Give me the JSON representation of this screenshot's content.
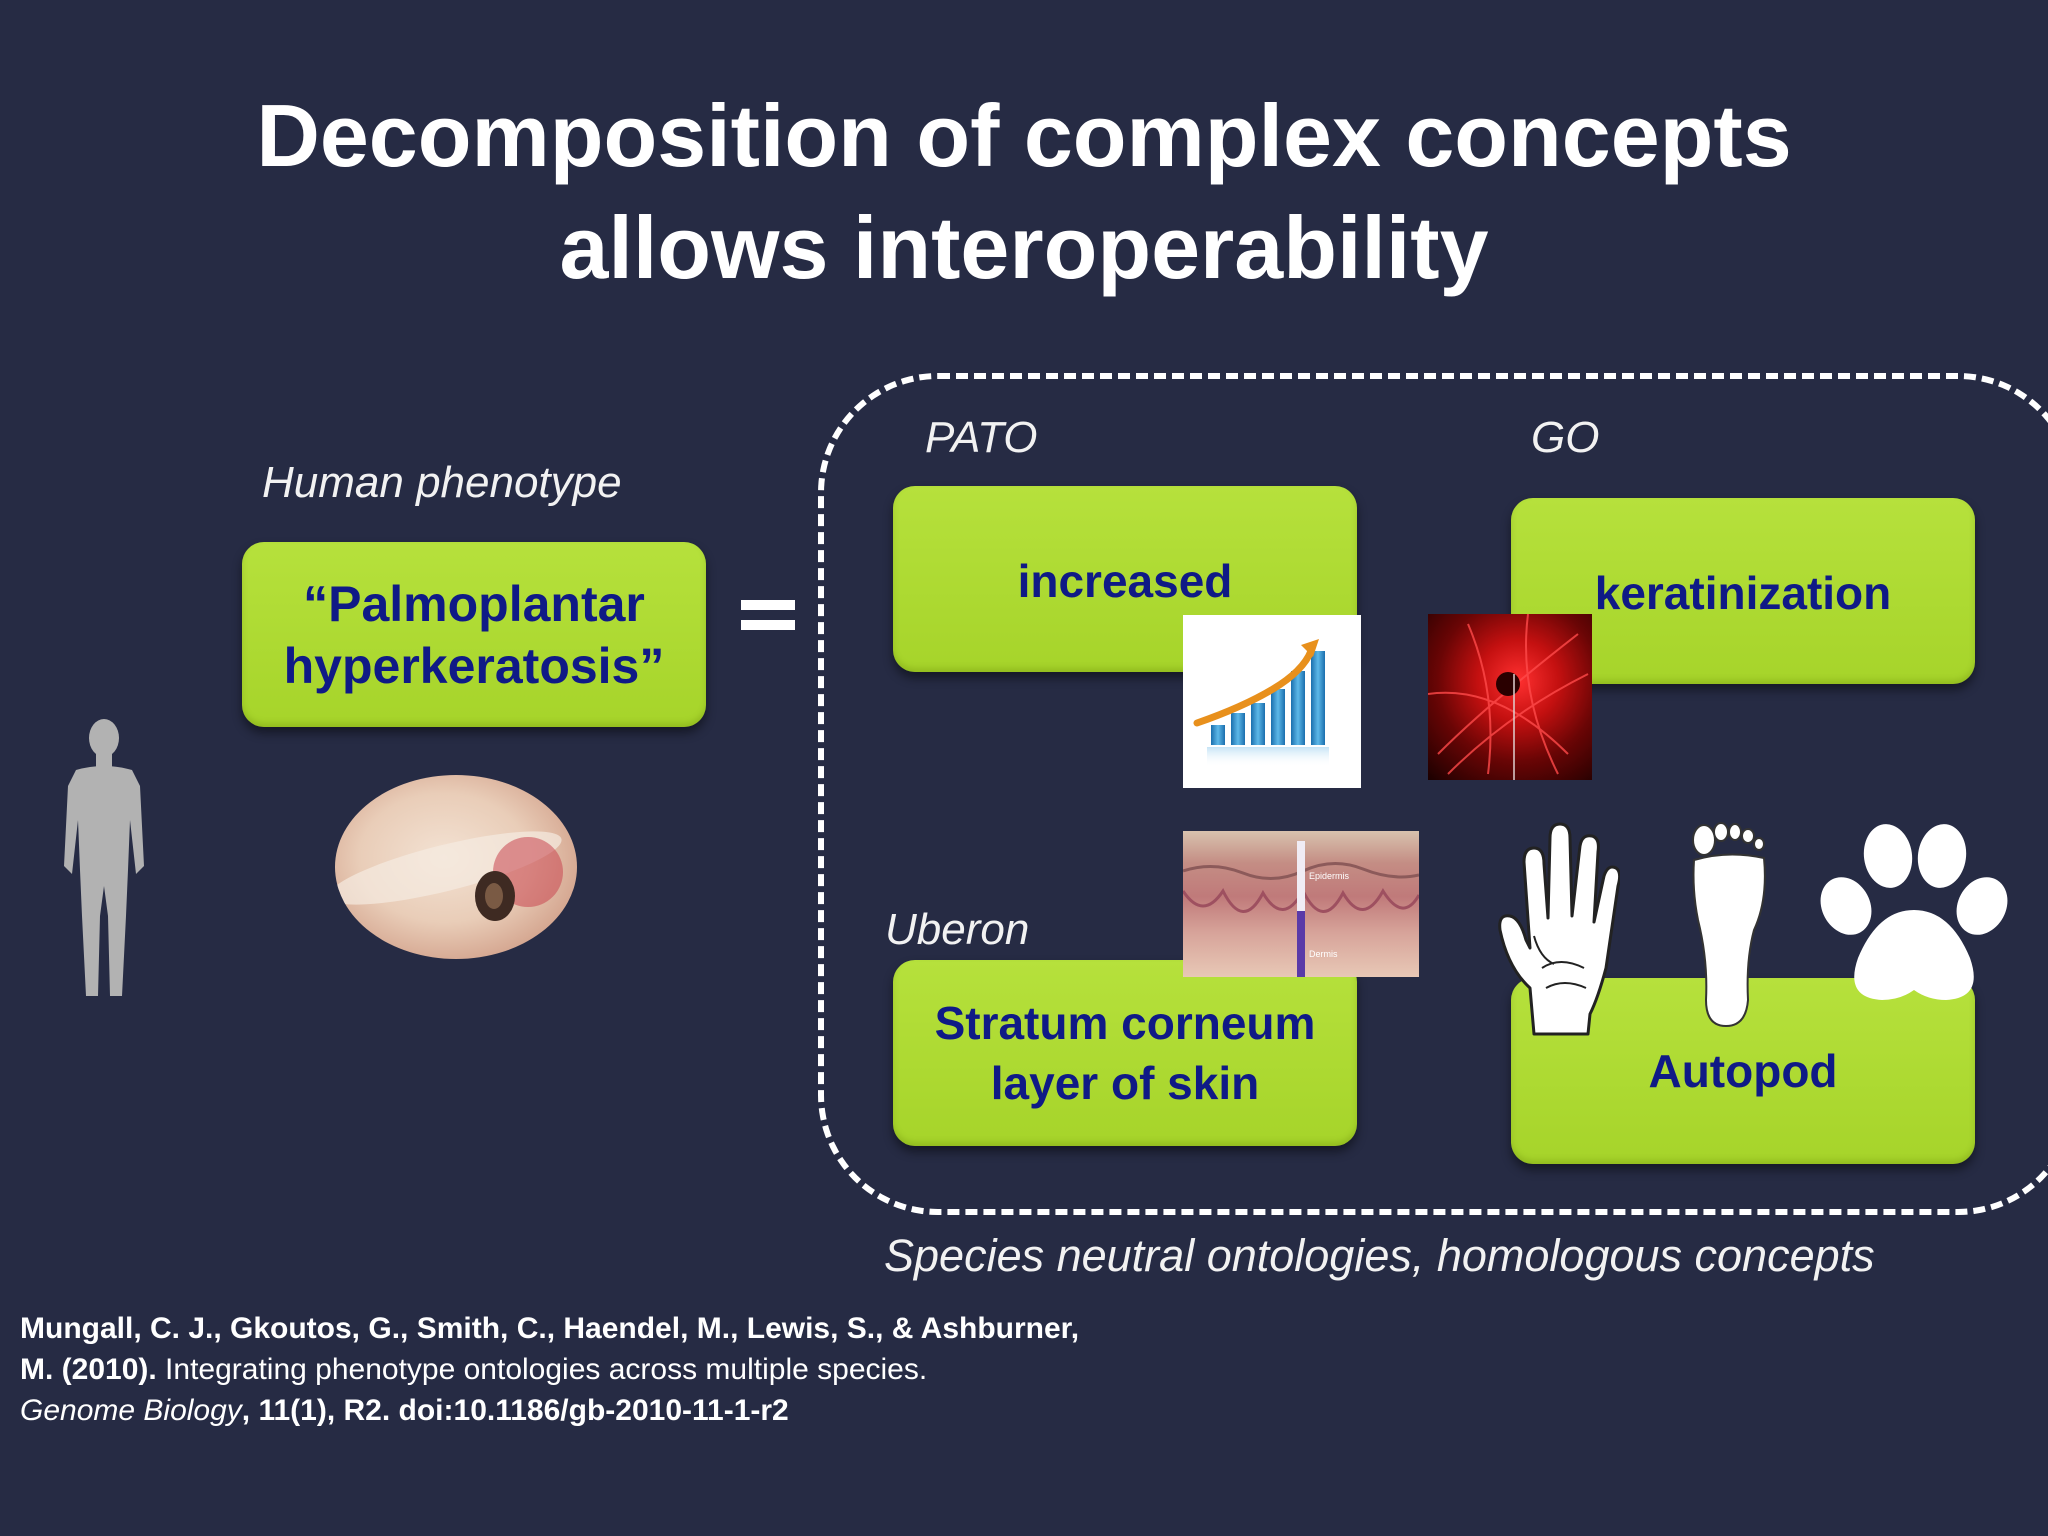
{
  "slide": {
    "title_line1": "Decomposition of complex concepts",
    "title_line2": "allows interoperability"
  },
  "left": {
    "heading": "Human phenotype",
    "box_line1": "“Palmoplantar",
    "box_line2": "hyperkeratosis”"
  },
  "ontologies": {
    "pato_label": "PATO",
    "go_label": "GO",
    "uberon_label": "Uberon",
    "increased": "increased",
    "keratinization": "keratinization",
    "stratum_line1": "Stratum corneum",
    "stratum_line2": "layer of skin",
    "autopod": "Autopod",
    "caption": "Species neutral ontologies, homologous concepts"
  },
  "citation": {
    "line1": "Mungall, C. J., Gkoutos, G., Smith, C., Haendel, M., Lewis, S., & Ashburner,",
    "line2_bold": "M. (2010).",
    "line2_rest": " Integrating phenotype ontologies across multiple species.",
    "line3_italic": "Genome Biology",
    "line3_rest": ", 11(1), R2. doi:10.1186/gb-2010-11-1-r2"
  },
  "histology": {
    "label_epidermis": "Epidermis",
    "label_dermis": "Dermis"
  },
  "colors": {
    "background": "#262b44",
    "box_green": "#b0dc34",
    "box_text": "#0f1a86"
  }
}
